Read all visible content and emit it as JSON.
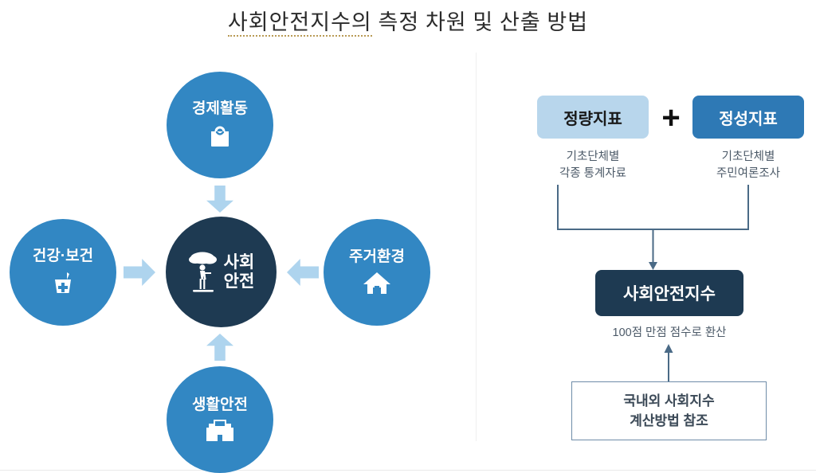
{
  "title": {
    "spell_checked_part": "사회안전지수의",
    "rest": " 측정 차원 및 산출 방법"
  },
  "colors": {
    "node_blue": "#3287c3",
    "center_navy": "#1e3a52",
    "arrow_blue": "#aed4ee",
    "box_light_blue": "#b8d6ec",
    "box_mid_blue": "#2e79b5",
    "box_navy": "#1e3a52",
    "caption_gray": "#4c5a68",
    "ref_border": "#6e8ca8",
    "connector_line": "#4a6a86",
    "divider": "#f0f0f0"
  },
  "left_diagram": {
    "center": {
      "label_line1": "사회",
      "label_line2": "안전",
      "icon": "person-with-umbrella-cloud-icon"
    },
    "nodes": [
      {
        "id": "econ",
        "label": "경제활동",
        "icon": "shopping-bag-icon",
        "position": "top"
      },
      {
        "id": "health",
        "label": "건강·보건",
        "icon": "medical-mortar-icon",
        "position": "left"
      },
      {
        "id": "house",
        "label": "주거환경",
        "icon": "house-icon",
        "position": "right"
      },
      {
        "id": "life",
        "label": "생활안전",
        "icon": "police-station-icon",
        "position": "bottom"
      }
    ],
    "arrows": [
      {
        "id": "arrow-down",
        "direction": "down",
        "from": "경제활동",
        "to": "사회안전"
      },
      {
        "id": "arrow-right",
        "direction": "right",
        "from": "건강·보건",
        "to": "사회안전"
      },
      {
        "id": "arrow-left",
        "direction": "left",
        "from": "주거환경",
        "to": "사회안전"
      },
      {
        "id": "arrow-up",
        "direction": "up",
        "from": "생활안전",
        "to": "사회안전"
      }
    ]
  },
  "right_diagram": {
    "quantitative_box": "정량지표",
    "quantitative_caption": "기초단체별\n각종 통계자료",
    "operator": "+",
    "qualitative_box": "정성지표",
    "qualitative_caption": "기초단체별\n주민여론조사",
    "index_box": "사회안전지수",
    "index_caption": "100점 만점 점수로 환산",
    "reference_box": "국내외 사회지수\n계산방법 참조"
  }
}
